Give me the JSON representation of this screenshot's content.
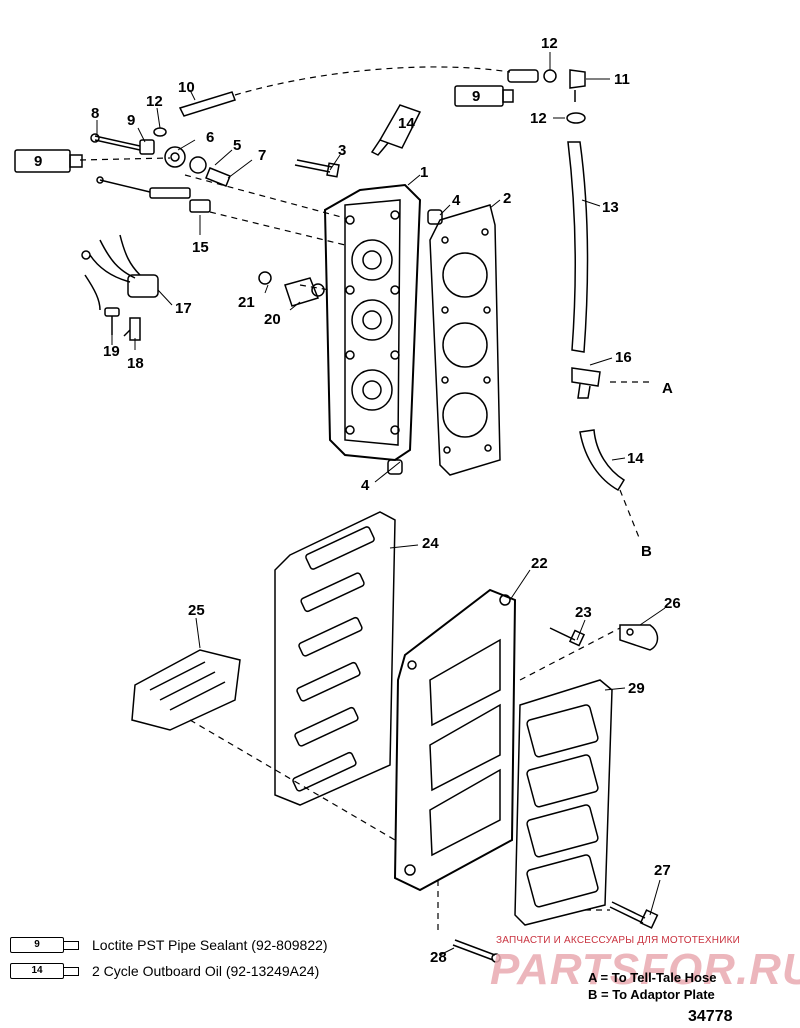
{
  "callouts": {
    "c1": "1",
    "c2": "2",
    "c3": "3",
    "c4a": "4",
    "c4b": "4",
    "c5": "5",
    "c6": "6",
    "c7": "7",
    "c8": "8",
    "c9": "9",
    "c10": "10",
    "c11": "11",
    "c12a": "12",
    "c12b": "12",
    "c12c": "12",
    "c13": "13",
    "c14": "14",
    "c15": "15",
    "c16": "16",
    "c17": "17",
    "c18": "18",
    "c19": "19",
    "c20": "20",
    "c21": "21",
    "c22": "22",
    "c23": "23",
    "c24": "24",
    "c25": "25",
    "c26": "26",
    "c27": "27",
    "c28": "28",
    "c29": "29",
    "cA": "A",
    "cB": "B"
  },
  "tubes": {
    "tube_a": "9",
    "tube_b": "14",
    "tube_c": "9"
  },
  "legend": [
    {
      "tube_number": "9",
      "text": "Loctite PST Pipe Sealant (92-809822)"
    },
    {
      "tube_number": "14",
      "text": "2 Cycle Outboard Oil (92-13249A24)"
    }
  ],
  "notes": {
    "a": "A = To Tell-Tale Hose",
    "b": "B = To Adaptor Plate"
  },
  "figure_number": "34778",
  "watermark": {
    "tagline": "ЗАПЧАСТИ И АКСЕССУАРЫ ДЛЯ МОТОТЕХНИКИ",
    "logo": "PARTSFOR.RU"
  }
}
